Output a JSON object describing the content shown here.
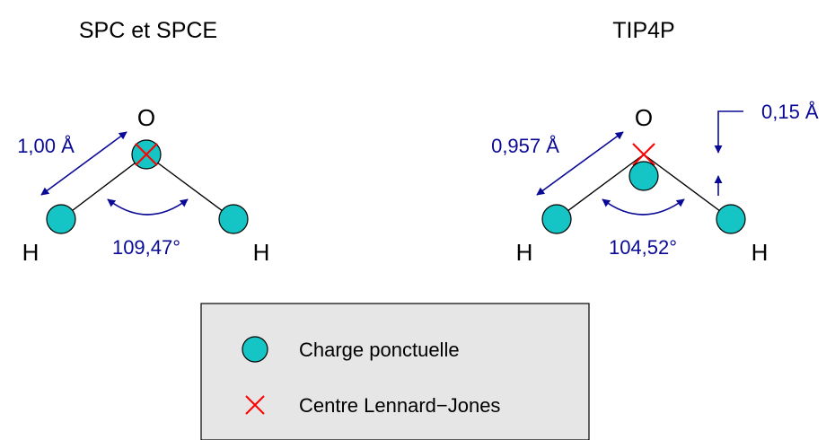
{
  "colors": {
    "charge_fill": "#15c4c4",
    "lj_cross": "#ff0000",
    "measure": "#0a0a96",
    "legend_bg": "#e6e6e6"
  },
  "models": [
    {
      "title": "SPC et SPCE",
      "oxygen_label": "O",
      "hydrogen_left_label": "H",
      "hydrogen_right_label": "H",
      "bond_length": "1,00 Å",
      "angle": "109,47°"
    },
    {
      "title": "TIP4P",
      "oxygen_label": "O",
      "hydrogen_left_label": "H",
      "hydrogen_right_label": "H",
      "bond_length": "0,957 Å",
      "angle": "104,52°",
      "offset": "0,15 Å"
    }
  ],
  "legend": {
    "charge_label": "Charge ponctuelle",
    "lj_label": "Centre Lennard−Jones",
    "charge_icon": "circle-icon",
    "lj_icon": "cross-icon"
  }
}
